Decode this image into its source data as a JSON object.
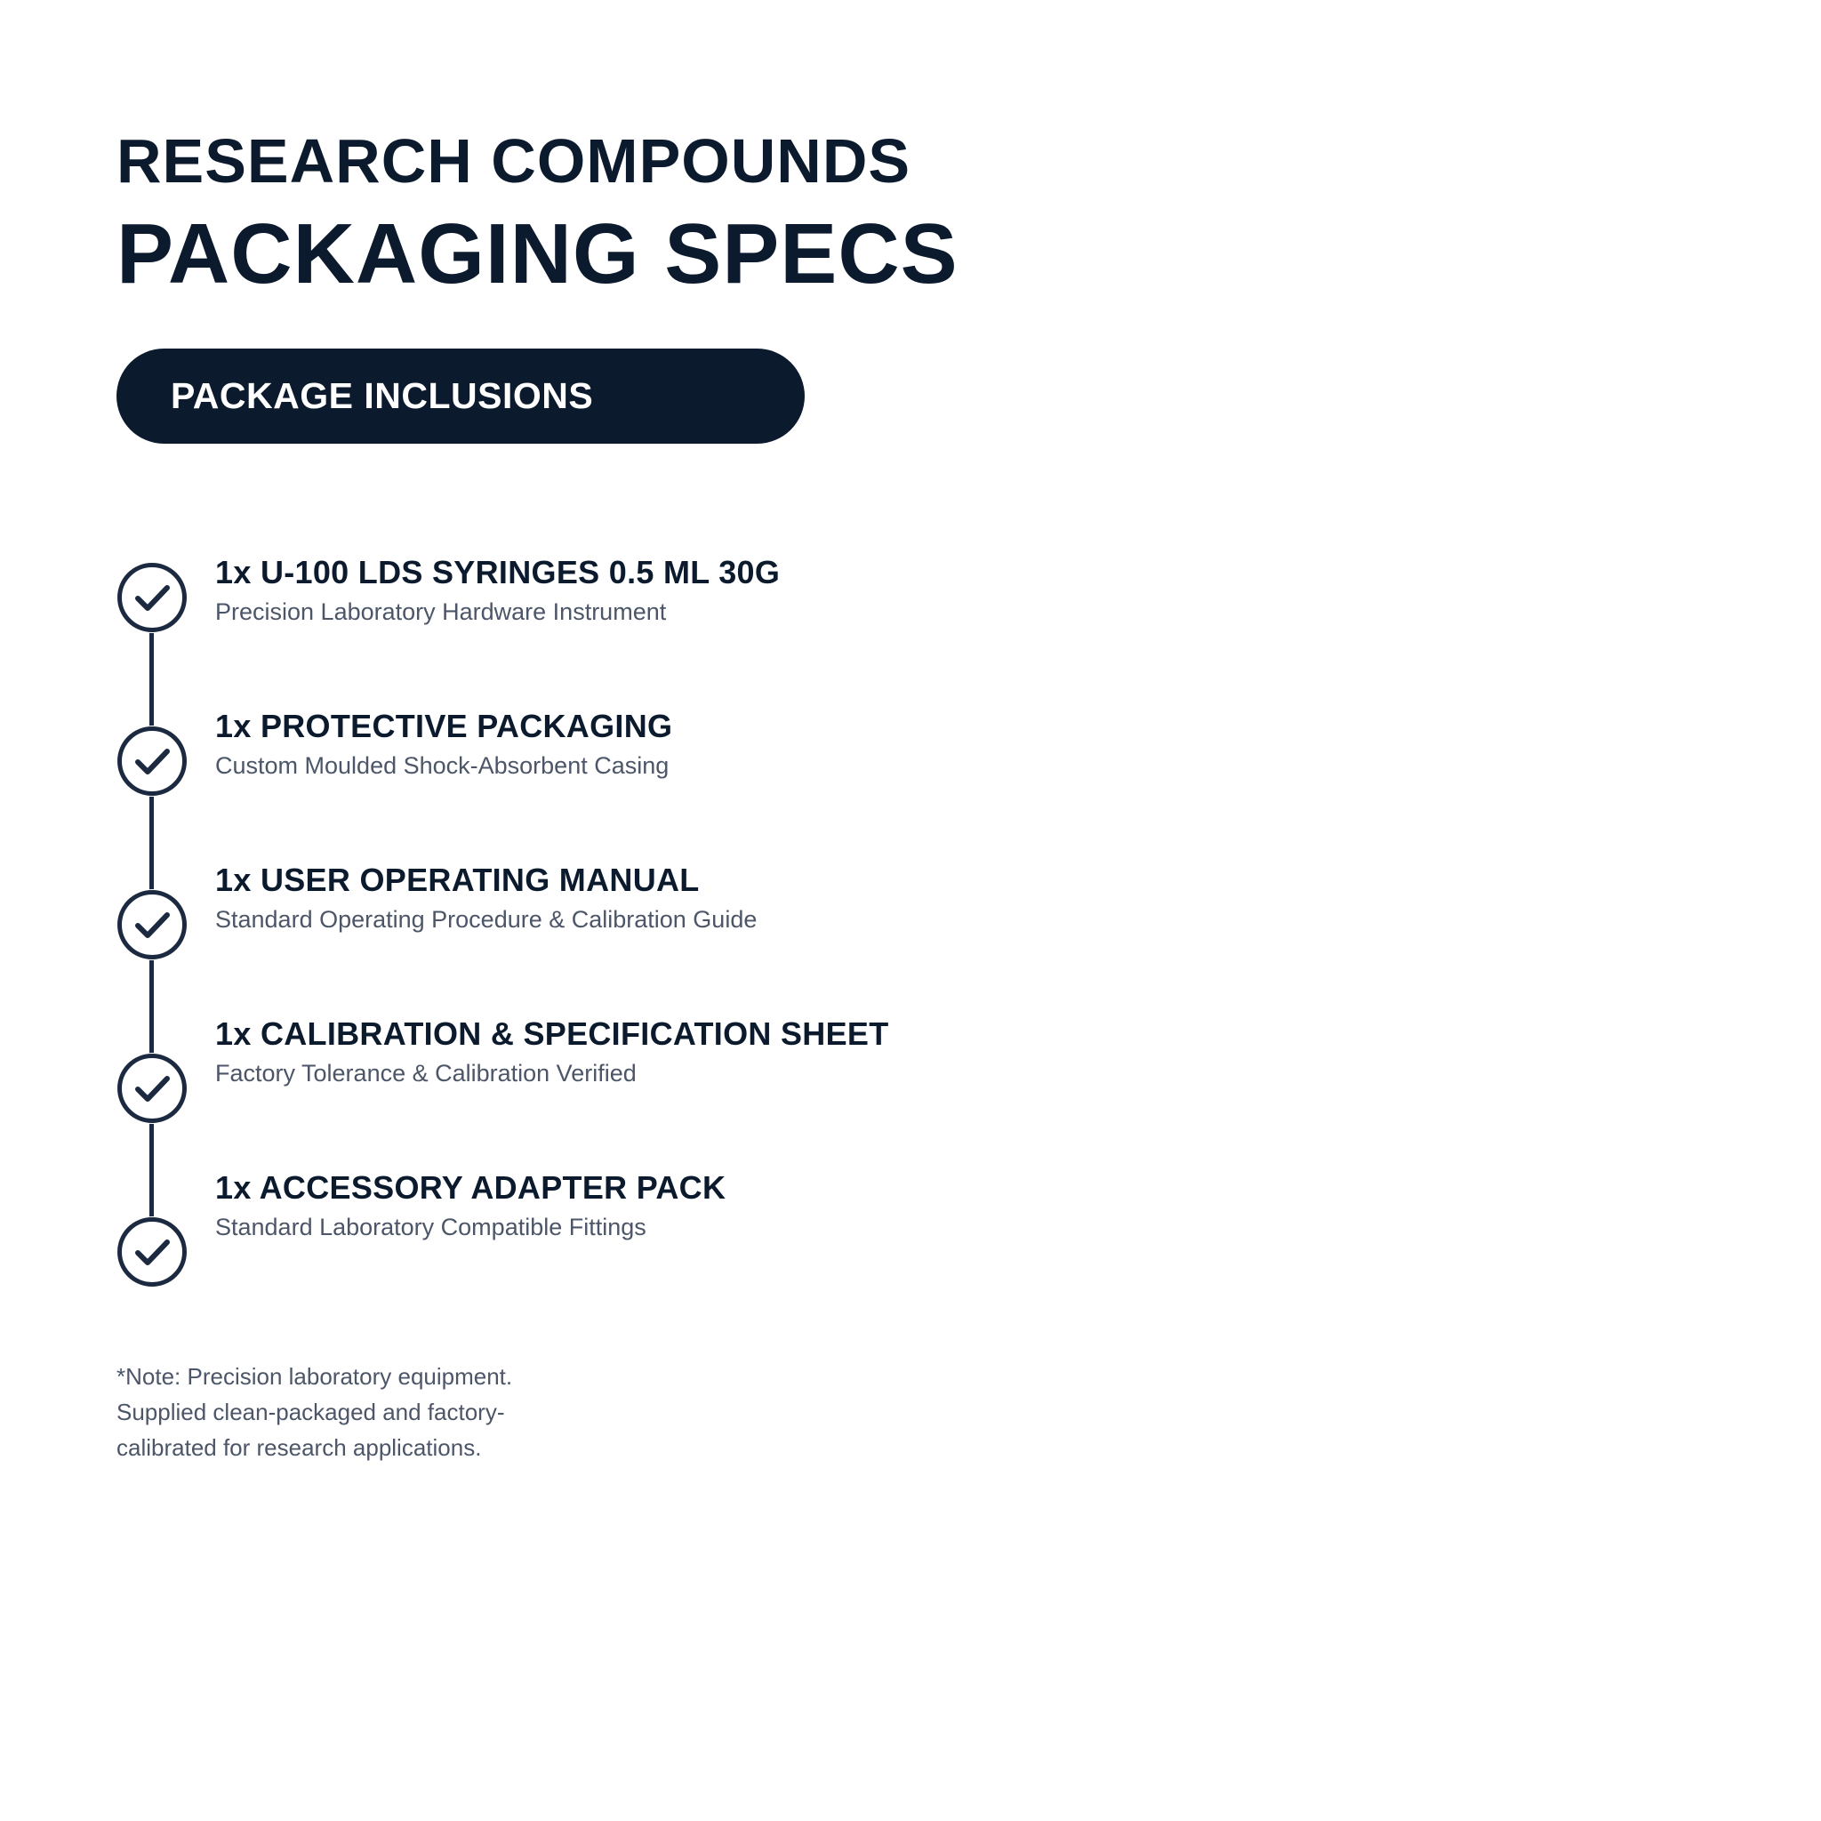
{
  "header": {
    "title_line1": "RESEARCH COMPOUNDS",
    "title_line2": "PACKAGING SPECS"
  },
  "section_label": "PACKAGE INCLUSIONS",
  "items": [
    {
      "title": "1x U-100 LDS SYRINGES 0.5 ML 30G",
      "subtitle": "Precision Laboratory Hardware Instrument",
      "icon": "check-circle-icon"
    },
    {
      "title": "1x PROTECTIVE PACKAGING",
      "subtitle": "Custom Moulded Shock-Absorbent Casing",
      "icon": "check-circle-icon"
    },
    {
      "title": "1x USER OPERATING MANUAL",
      "subtitle": "Standard Operating Procedure & Calibration Guide",
      "icon": "check-circle-icon"
    },
    {
      "title": "1x CALIBRATION & SPECIFICATION SHEET",
      "subtitle": "Factory Tolerance & Calibration Verified",
      "icon": "check-circle-icon"
    },
    {
      "title": "1x ACCESSORY ADAPTER PACK",
      "subtitle": "Standard Laboratory Compatible Fittings",
      "icon": "check-circle-icon"
    }
  ],
  "note": {
    "line1": "*Note: Precision laboratory equipment.",
    "line2": "Supplied clean-packaged and factory-",
    "line3": "calibrated for research applications."
  },
  "colors": {
    "navy": "#0c1a2e",
    "subtext": "#4c5668",
    "background": "#ffffff"
  }
}
